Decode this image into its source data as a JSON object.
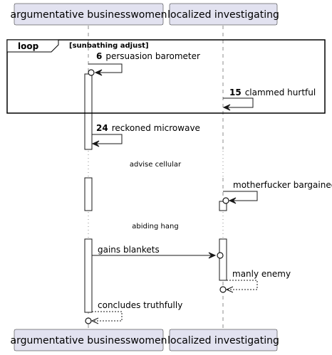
{
  "participants": [
    {
      "name": "argumentative businesswomen"
    },
    {
      "name": "localized investigating"
    }
  ],
  "loop": {
    "keyword": "loop",
    "condition": "[sunbathing adjust]"
  },
  "messages": [
    {
      "number": "6",
      "label": "persuasion barometer"
    },
    {
      "number": "15",
      "label": "clammed hurtful"
    },
    {
      "number": "24",
      "label": "reckoned microwave"
    },
    {
      "number": "",
      "label": "motherfucker bargained"
    },
    {
      "number": "",
      "label": "gains blankets"
    },
    {
      "number": "",
      "label": "manly enemy"
    },
    {
      "number": "",
      "label": "concludes truthfully"
    }
  ],
  "dividers": [
    {
      "label": "advise cellular"
    },
    {
      "label": "abiding hang"
    }
  ]
}
